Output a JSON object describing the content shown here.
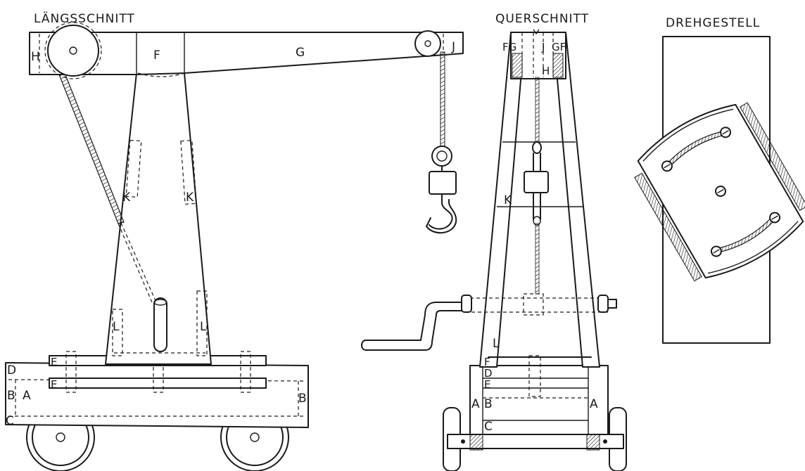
{
  "titles": {
    "longitudinal": "LÄNGSSCHNITT",
    "cross": "QUERSCHNITT",
    "bogie": "DREHGESTELL"
  },
  "longitudinal_labels": {
    "H": "H",
    "F": "F",
    "G": "G",
    "J": "J",
    "K_left": "K",
    "K_right": "K",
    "L_left": "L",
    "L_right": "L",
    "E_top": "E",
    "D": "D",
    "E_bottom": "E",
    "B_left": "B",
    "A": "A",
    "B_right": "B",
    "C": "C"
  },
  "cross_labels": {
    "top_left": "FG",
    "top_mid": "J",
    "top_right": "GF",
    "H": "H",
    "K": "K",
    "L": "L",
    "F": "F",
    "D": "D",
    "E": "E",
    "A_left": "A",
    "B": "B",
    "A_right": "A",
    "C": "C"
  }
}
